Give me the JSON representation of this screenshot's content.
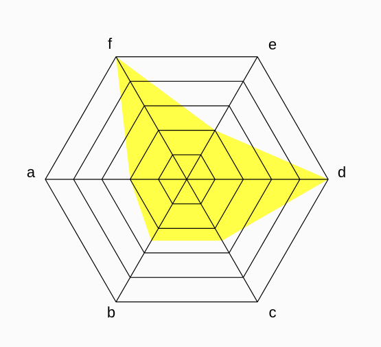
{
  "chart_data": {
    "type": "radar",
    "axes": [
      "a",
      "b",
      "c",
      "d",
      "e",
      "f"
    ],
    "series": [
      {
        "values": [
          2.0,
          2.5,
          2.5,
          5.0,
          2.0,
          5.0
        ],
        "color": "#ffff33"
      }
    ],
    "rmax": 5,
    "ring_levels": [
      1,
      2,
      3,
      4,
      5
    ],
    "grid_color": "#000000",
    "fill_opacity": 0.9
  }
}
